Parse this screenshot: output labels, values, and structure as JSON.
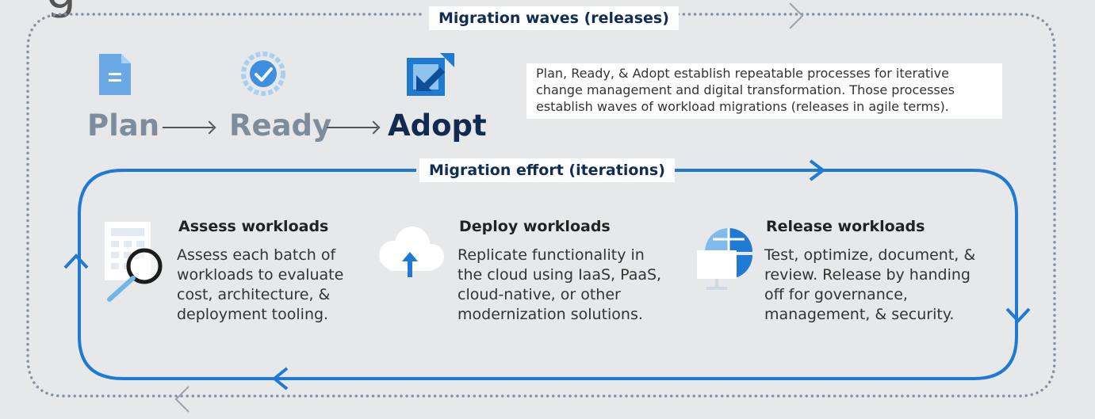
{
  "top_glyph": "g",
  "waves_label": "Migration waves (releases)",
  "effort_label": "Migration effort (iterations)",
  "phases": [
    {
      "label": "Plan",
      "icon": "document-icon",
      "state": "dim"
    },
    {
      "label": "Ready",
      "icon": "checkmark-gear-icon",
      "state": "dim"
    },
    {
      "label": "Adopt",
      "icon": "checkbox-arrow-icon",
      "state": "active"
    }
  ],
  "intro_text": "Plan, Ready, & Adopt establish repeatable processes for iterative change management and digital transformation. Those processes establish waves of workload migrations (releases in agile terms).",
  "steps": [
    {
      "title": "Assess workloads",
      "icon": "calculator-magnifier-icon",
      "lines": [
        "Assess each batch of",
        "workloads to evaluate",
        "cost, architecture, &",
        "deployment tooling."
      ]
    },
    {
      "title": "Deploy workloads",
      "icon": "cloud-upload-icon",
      "lines": [
        "Replicate functionality in",
        "the cloud using IaaS, PaaS,",
        "cloud-native, or other",
        "modernization solutions."
      ]
    },
    {
      "title": "Release workloads",
      "icon": "globe-monitor-icon",
      "lines": [
        "Test, optimize, document, &",
        "review. Release by handing",
        "off for governance,",
        "management, & security."
      ]
    }
  ],
  "colors": {
    "background": "#e7e8e9",
    "dotted_loop": "#8792a3",
    "effort_loop": "#1f7ad4",
    "icon_light": "#8ec3ee",
    "icon_blue": "#1f7ad4",
    "icon_dark": "#0f4f95"
  }
}
